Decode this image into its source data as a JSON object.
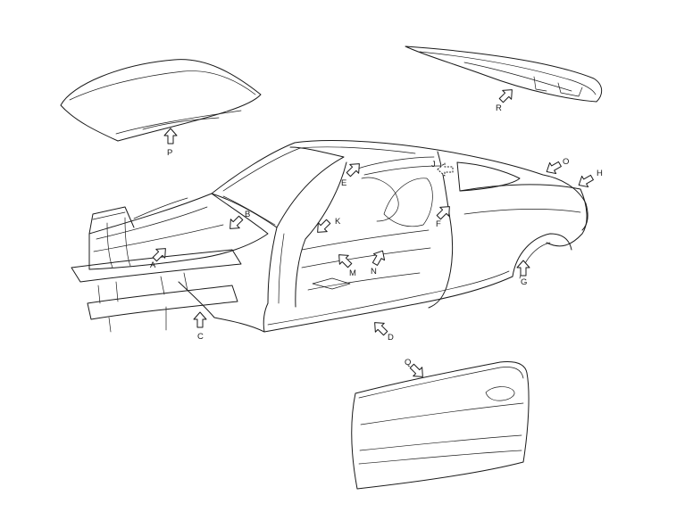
{
  "callouts": [
    {
      "id": "A",
      "label": "A",
      "icon": "arrow-icon"
    },
    {
      "id": "B",
      "label": "B",
      "icon": "arrow-icon"
    },
    {
      "id": "C",
      "label": "C",
      "icon": "arrow-icon"
    },
    {
      "id": "D",
      "label": "D",
      "icon": "arrow-icon"
    },
    {
      "id": "E",
      "label": "E",
      "icon": "arrow-icon"
    },
    {
      "id": "F",
      "label": "F",
      "icon": "arrow-icon"
    },
    {
      "id": "G",
      "label": "G",
      "icon": "arrow-icon"
    },
    {
      "id": "H",
      "label": "H",
      "icon": "arrow-icon"
    },
    {
      "id": "J",
      "label": "J",
      "icon": "dashed-arrow-icon"
    },
    {
      "id": "K",
      "label": "K",
      "icon": "arrow-icon"
    },
    {
      "id": "M",
      "label": "M",
      "icon": "arrow-icon"
    },
    {
      "id": "N",
      "label": "N",
      "icon": "arrow-icon"
    },
    {
      "id": "O",
      "label": "O",
      "icon": "arrow-icon"
    },
    {
      "id": "P",
      "label": "P",
      "icon": "arrow-icon"
    },
    {
      "id": "Q",
      "label": "Q",
      "icon": "arrow-icon"
    },
    {
      "id": "R",
      "label": "R",
      "icon": "arrow-icon"
    }
  ]
}
